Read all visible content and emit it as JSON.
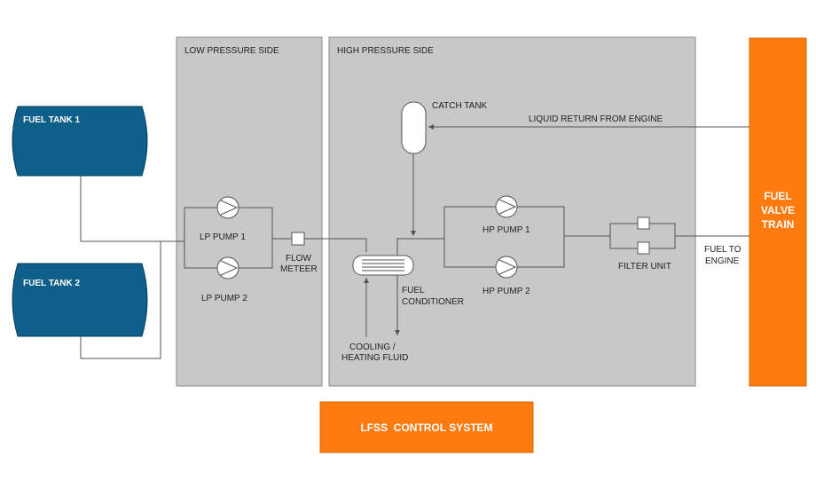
{
  "regions": {
    "low_pressure": "LOW PRESSURE SIDE",
    "high_pressure": "HIGH PRESSURE SIDE"
  },
  "tanks": {
    "tank1": "FUEL TANK 1",
    "tank2": "FUEL TANK 2"
  },
  "components": {
    "lp_pump_1": "LP PUMP 1",
    "lp_pump_2": "LP PUMP 2",
    "flow_meter_1": "FLOW",
    "flow_meter_2": "METEER",
    "catch_tank": "CATCH TANK",
    "fuel_conditioner_1": "FUEL",
    "fuel_conditioner_2": "CONDITIONER",
    "cooling_1": "COOLING /",
    "cooling_2": "HEATING FLUID",
    "hp_pump_1": "HP PUMP 1",
    "hp_pump_2": "HP PUMP 2",
    "filter_unit": "FILTER UNIT"
  },
  "flows": {
    "liquid_return": "LIQUID RETURN FROM ENGINE",
    "fuel_to_1": "FUEL TO",
    "fuel_to_2": "ENGINE"
  },
  "fuel_valve_train": {
    "line1": "FUEL",
    "line2": "VALVE",
    "line3": "TRAIN"
  },
  "control_system": "LFSS  CONTROL SYSTEM",
  "colors": {
    "region_fill": "#c8c8c8",
    "tank_fill": "#0e5f8a",
    "accent_orange": "#ff7b0f",
    "line": "#555555"
  }
}
